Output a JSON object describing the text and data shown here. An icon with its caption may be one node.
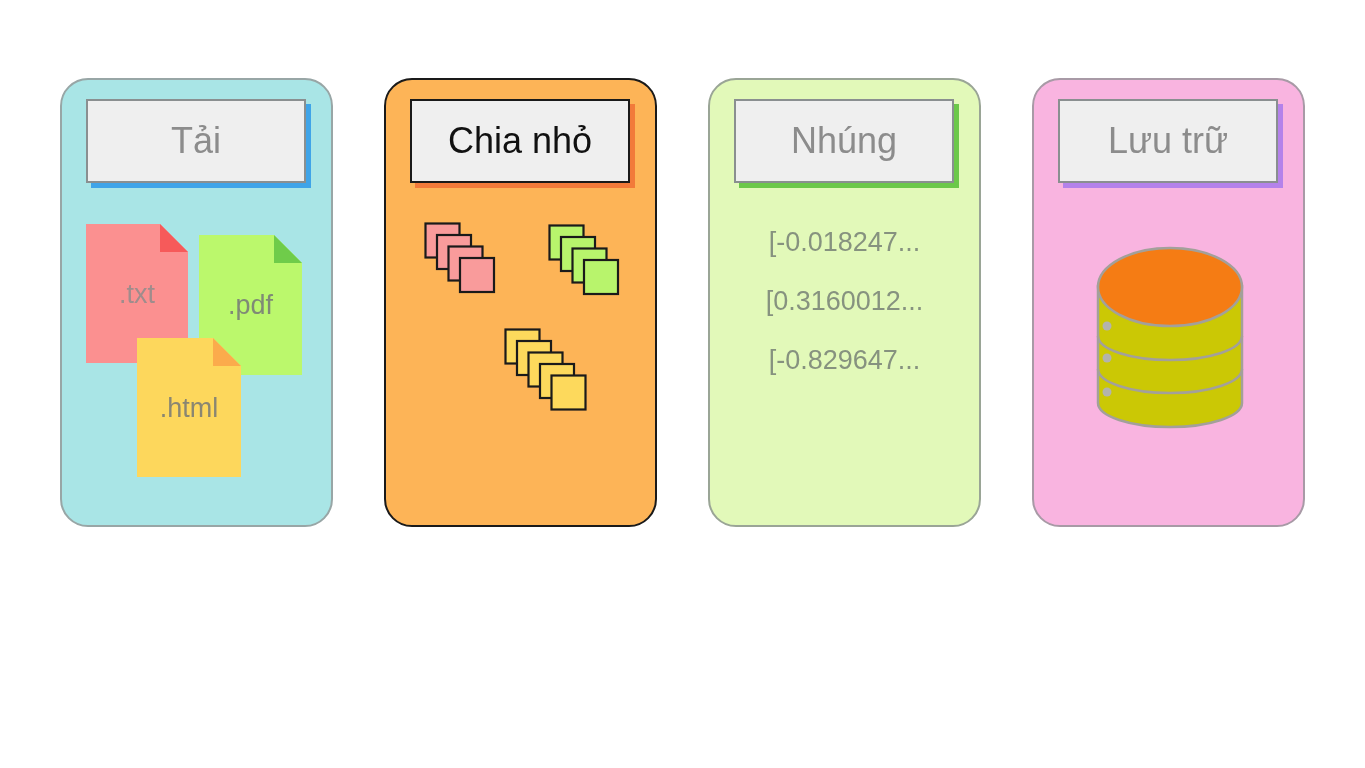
{
  "diagram": {
    "nodes": [
      {
        "text": [
          "Tải"
        ]
      },
      {
        "text": [
          ".txt"
        ],
        "in": 0
      },
      {
        "text": [
          ".pdf"
        ],
        "in": 0
      },
      {
        "text": [
          ".html"
        ],
        "in": 0
      },
      {
        "text": [
          "Chia nhỏ"
        ]
      },
      {
        "text": [
          "Nhúng",
          "[-0.018247...",
          "[0.3160012...",
          "[-0.829647..."
        ]
      },
      {
        "text": [
          "Lưu trữ"
        ]
      }
    ]
  }
}
